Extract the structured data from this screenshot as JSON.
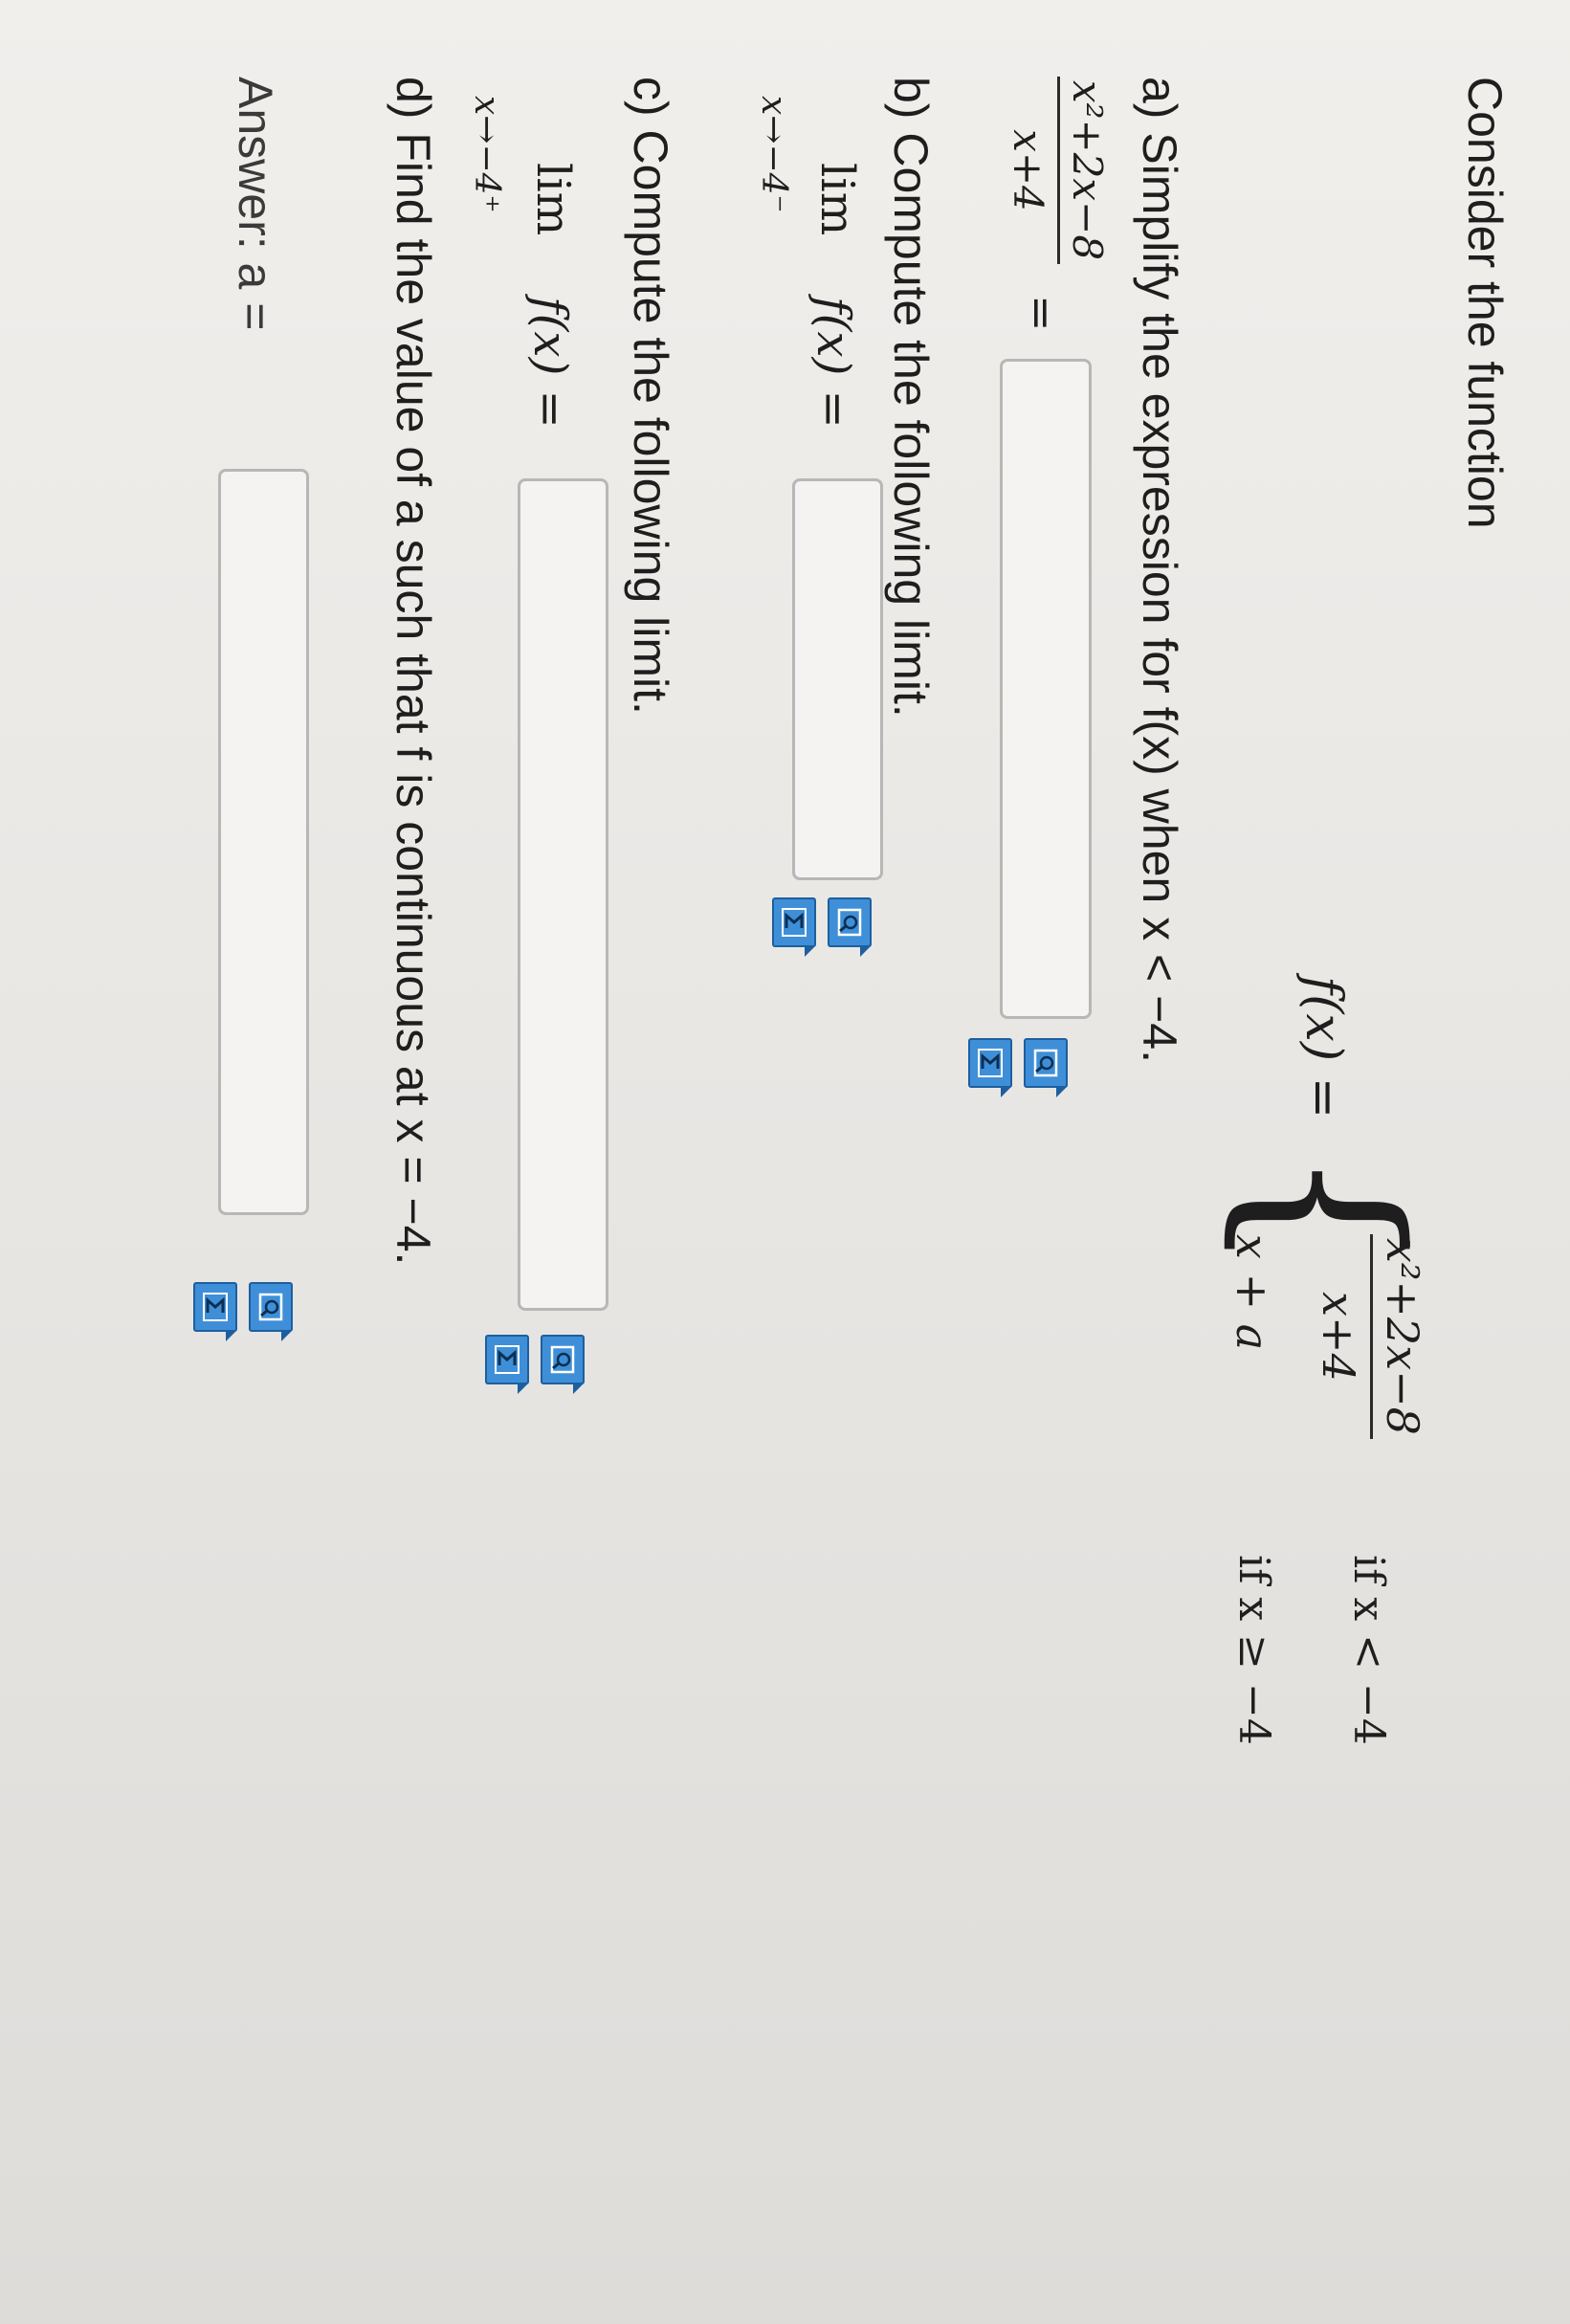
{
  "intro": "Consider the function",
  "definition": {
    "lhs": "f(x) =",
    "case1_num": "x²+2x−8",
    "case1_den": "x+4",
    "case1_cond": "if x < −4",
    "case2_expr": "x + a",
    "case2_cond": "if x ≥ −4"
  },
  "part_a": {
    "prompt": "a) Simplify the expression for f(x) when x < −4.",
    "frac_num": "x²+2x−8",
    "frac_den": "x+4",
    "equals": "=",
    "answer_value": ""
  },
  "part_b": {
    "prompt": "b) Compute the following limit.",
    "lim": "lim",
    "sub": "x→−4⁻",
    "fx": "f(x) =",
    "answer_value": ""
  },
  "part_c": {
    "prompt": "c) Compute the following limit.",
    "lim": "lim",
    "sub": "x→−4⁺",
    "fx": "f(x) =",
    "answer_value": ""
  },
  "part_d": {
    "prompt": "d) Find the value of a such that f is continuous at x = −4.",
    "answer_label": "Answer: a =",
    "answer_value": ""
  },
  "icons": [
    "preview-icon",
    "sigma-icon"
  ],
  "colors": {
    "button_blue": "#3f8fd8",
    "button_border": "#1d5f9e",
    "input_border": "#b7b7b7"
  }
}
